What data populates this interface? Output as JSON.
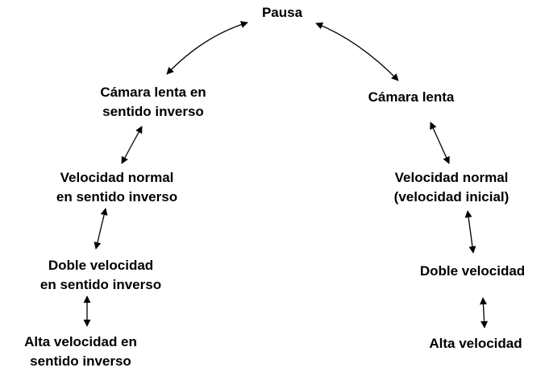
{
  "diagram": {
    "colors": {
      "text": "#000000",
      "arrow": "#000000",
      "background": "#ffffff"
    },
    "nodes": {
      "pause": {
        "lines": [
          "Pausa"
        ]
      },
      "slow_reverse": {
        "lines": [
          "Cámara lenta en",
          "sentido inverso"
        ]
      },
      "normal_reverse": {
        "lines": [
          "Velocidad normal",
          "en sentido inverso"
        ]
      },
      "double_reverse": {
        "lines": [
          "Doble velocidad",
          "en sentido inverso"
        ]
      },
      "high_reverse": {
        "lines": [
          "Alta velocidad en",
          "sentido inverso"
        ]
      },
      "slow": {
        "lines": [
          "Cámara lenta"
        ]
      },
      "normal": {
        "lines": [
          "Velocidad normal",
          "(velocidad inicial)"
        ]
      },
      "double": {
        "lines": [
          "Doble velocidad"
        ]
      },
      "high": {
        "lines": [
          "Alta velocidad"
        ]
      }
    },
    "connections": [
      {
        "from": "pause",
        "to": "slow_reverse",
        "type": "bidirectional"
      },
      {
        "from": "pause",
        "to": "slow",
        "type": "bidirectional"
      },
      {
        "from": "slow_reverse",
        "to": "normal_reverse",
        "type": "bidirectional"
      },
      {
        "from": "normal_reverse",
        "to": "double_reverse",
        "type": "bidirectional"
      },
      {
        "from": "double_reverse",
        "to": "high_reverse",
        "type": "bidirectional"
      },
      {
        "from": "slow",
        "to": "normal",
        "type": "bidirectional"
      },
      {
        "from": "normal",
        "to": "double",
        "type": "bidirectional"
      },
      {
        "from": "double",
        "to": "high",
        "type": "bidirectional"
      }
    ]
  }
}
